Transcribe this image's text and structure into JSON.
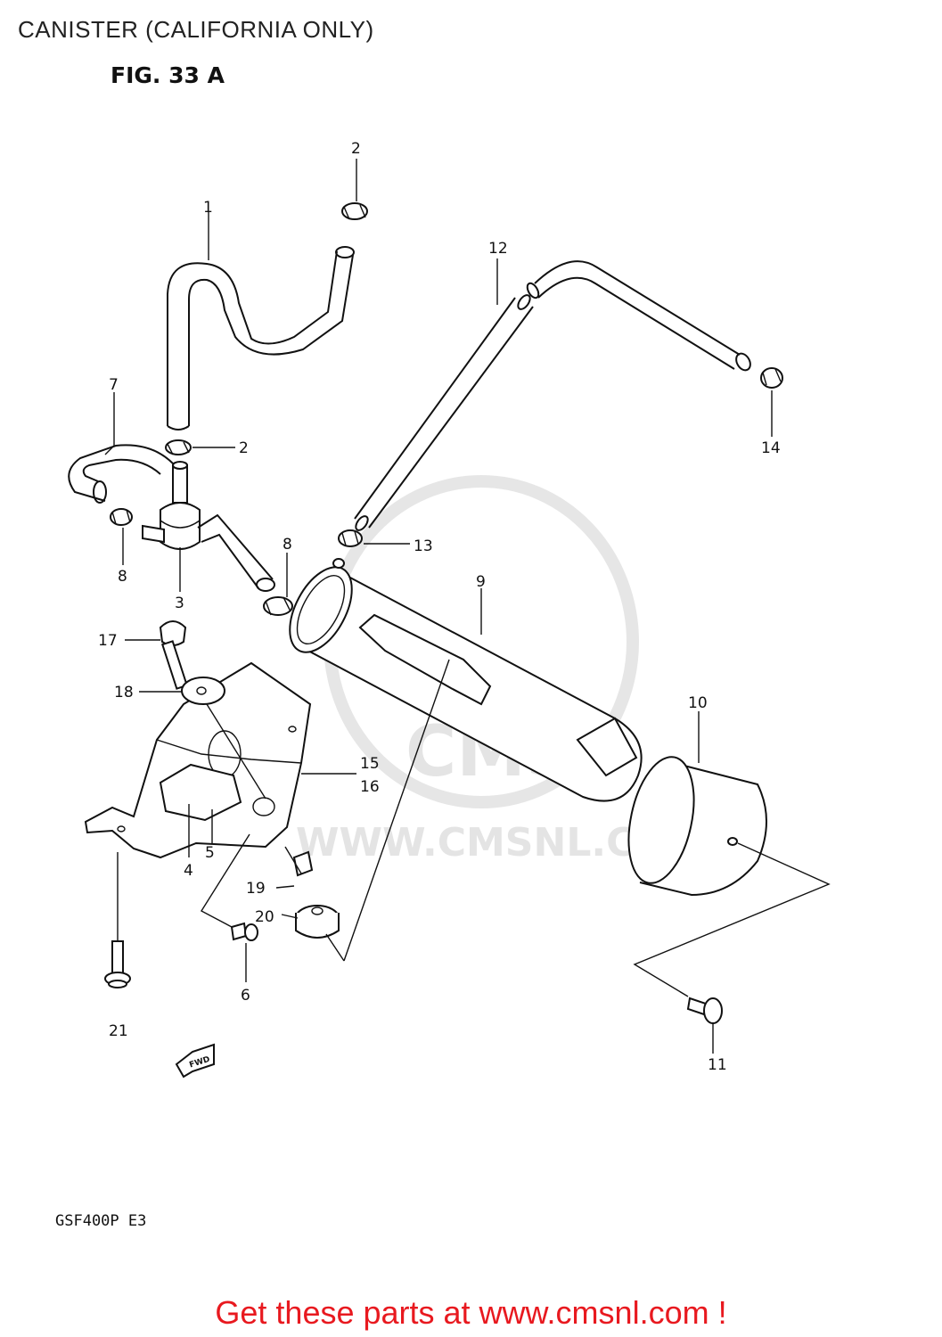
{
  "header": {
    "title": "CANISTER (CALIFORNIA ONLY)",
    "figure": "FIG. 33 A"
  },
  "diagram": {
    "model_code": "GSF400P E3",
    "direction_label": "FWD",
    "watermark": "WWW.CMSNL.COM",
    "watermark_logo": "CMS",
    "callouts": [
      "1",
      "2",
      "2",
      "3",
      "4",
      "5",
      "6",
      "7",
      "8",
      "8",
      "9",
      "10",
      "11",
      "12",
      "13",
      "14",
      "15",
      "16",
      "17",
      "18",
      "19",
      "20",
      "21"
    ]
  },
  "footer": {
    "link_text": "Get these parts at www.cmsnl.com !"
  }
}
